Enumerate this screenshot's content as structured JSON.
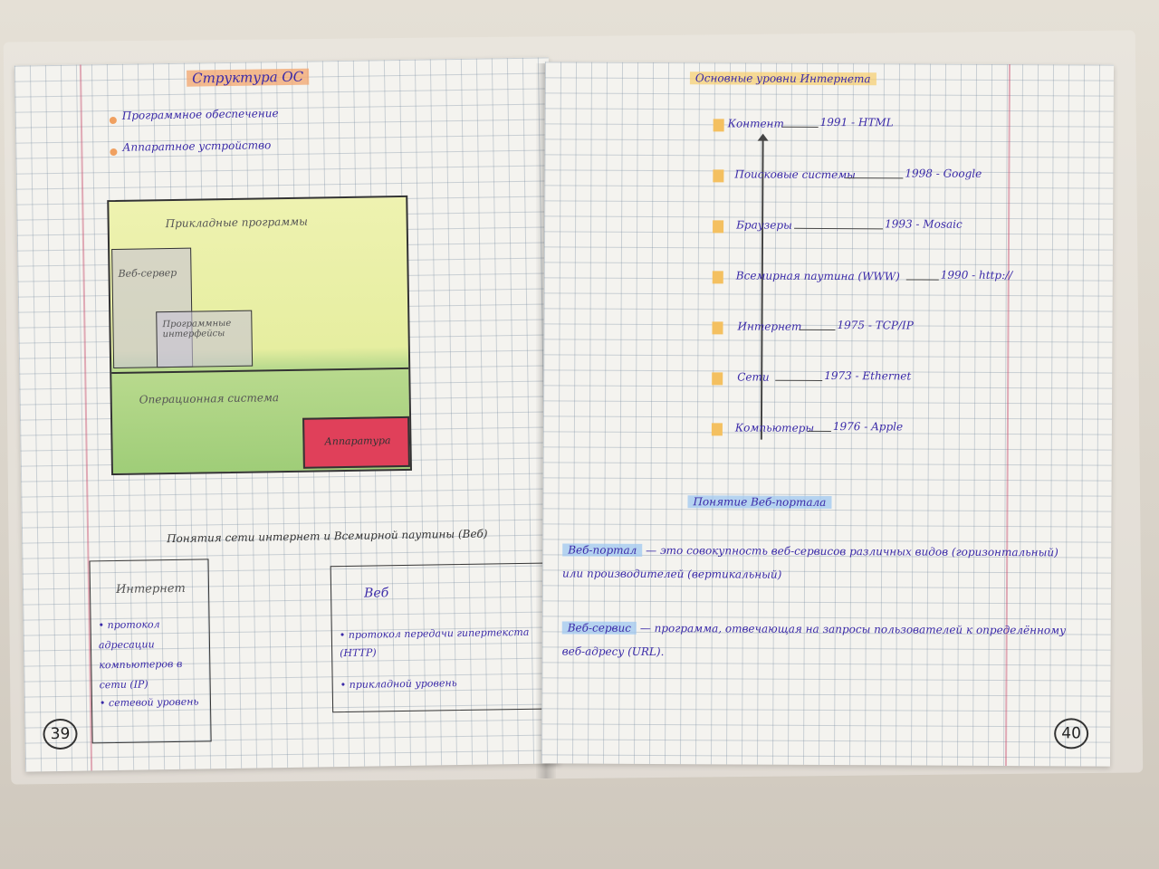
{
  "left_page": {
    "title": "Структура ОС",
    "bullets": [
      "Программное обеспечение",
      "Аппаратное устройство"
    ],
    "diagram": {
      "application_programs": "Прикладные программы",
      "web_server": "Веб-сервер",
      "system_programs": "Программные интерфейсы",
      "os": "Операционная система",
      "hardware": "Аппаратура"
    },
    "section_title": "Понятия сети интернет и Всемирной паутины (Веб)",
    "internet_box": {
      "title": "Интернет",
      "items": [
        "протокол адресации компьютеров в сети (IP)",
        "сетевой уровень"
      ]
    },
    "web_box": {
      "title": "Веб",
      "items": [
        "протокол передачи гипертекста (HTTP)",
        "прикладной уровень"
      ]
    },
    "page_number": "39"
  },
  "right_page": {
    "title": "Основные уровни Интернета",
    "levels": [
      {
        "name": "Контент",
        "year_note": "1991 - HTML"
      },
      {
        "name": "Поисковые системы",
        "year_note": "1998 - Google"
      },
      {
        "name": "Браузеры",
        "year_note": "1993 - Mosaic"
      },
      {
        "name": "Всемирная паутина (WWW)",
        "year_note": "1990 - http://"
      },
      {
        "name": "Интернет",
        "year_note": "1975 - TCP/IP"
      },
      {
        "name": "Сети",
        "year_note": "1973 - Ethernet"
      },
      {
        "name": "Компьютеры",
        "year_note": "1976 - Apple"
      }
    ],
    "section_title": "Понятие Веб-портала",
    "portal_term": "Веб-портал",
    "portal_def_line1": "— это совокупность веб-сервисов различных видов (горизонтальный)",
    "portal_def_line2": "или производителей (вертикальный)",
    "service_term": "Веб-сервис",
    "service_def_line1": "— программа, отвечающая на запросы пользователей к определённому",
    "service_def_line2": "веб-адресу (URL).",
    "page_number": "40"
  },
  "colors": {
    "ink": "#3a2aa8",
    "highlight_orange": "#f3a66e",
    "highlight_yellow": "#f7cd6e",
    "highlight_blue": "#a0c8f0",
    "hardware_red": "#e0405a",
    "os_green": "#a8d080",
    "apps_yellow": "#e8f0a0"
  }
}
